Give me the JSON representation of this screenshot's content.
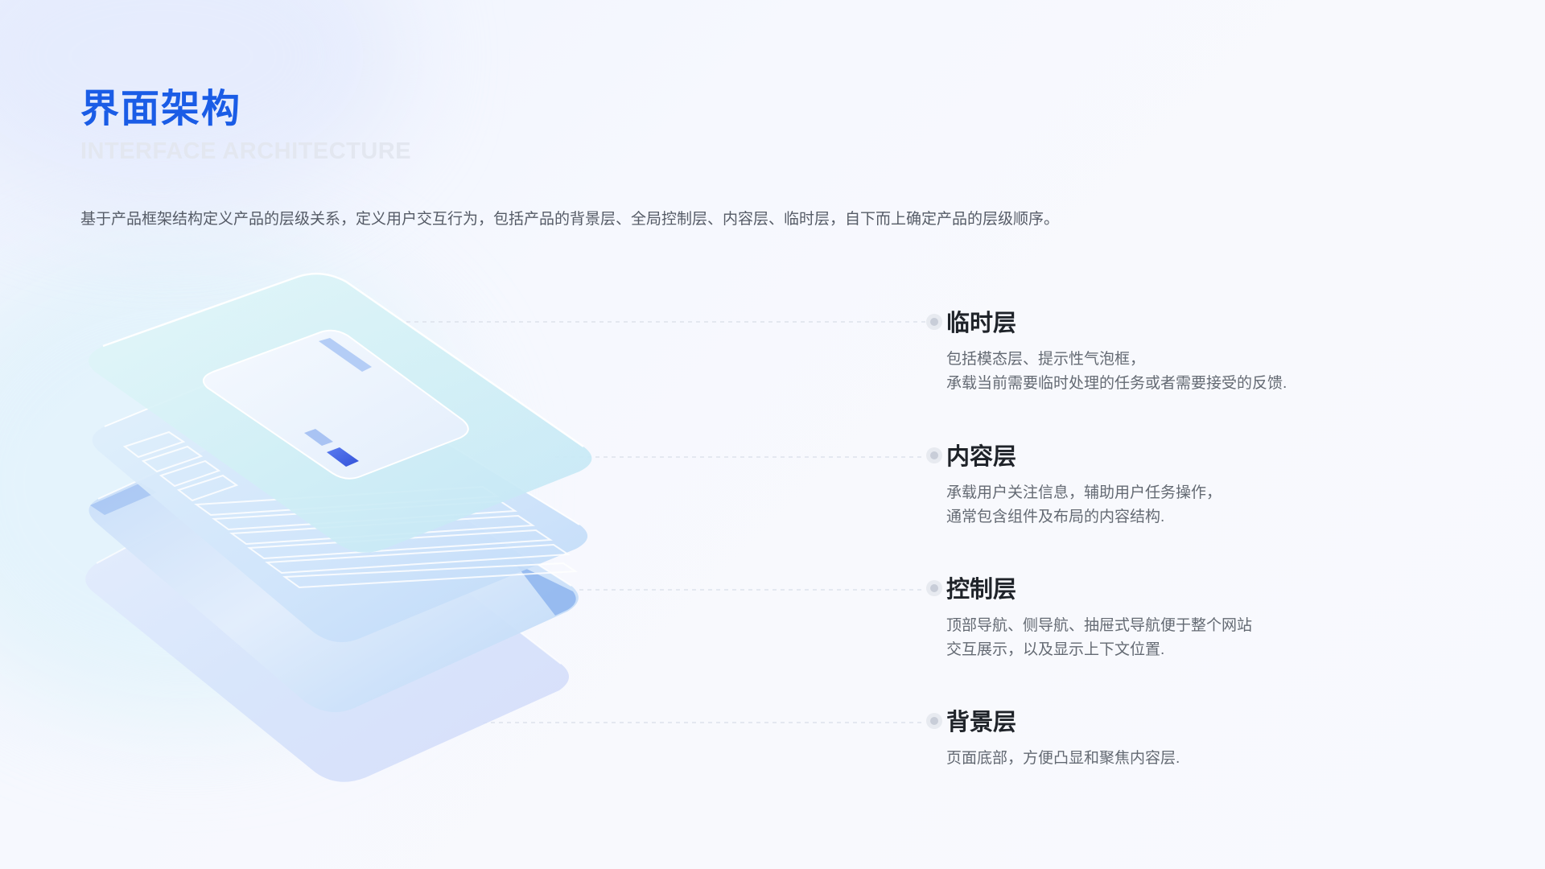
{
  "header": {
    "title": "界面架构",
    "subtitle": "INTERFACE ARCHITECTURE",
    "description": "基于产品框架结构定义产品的层级关系，定义用户交互行为，包括产品的背景层、全局控制层、内容层、临时层，自下而上确定产品的层级顺序。"
  },
  "layers": [
    {
      "name": "临时层",
      "lines": [
        "包括模态层、提示性气泡框，",
        "承载当前需要临时处理的任务或者需要接受的反馈."
      ]
    },
    {
      "name": "内容层",
      "lines": [
        "承载用户关注信息，辅助用户任务操作，",
        "通常包含组件及布局的内容结构."
      ]
    },
    {
      "name": "控制层",
      "lines": [
        "顶部导航、侧导航、抽屉式导航便于整个网站",
        "交互展示，以及显示上下文位置."
      ]
    },
    {
      "name": "背景层",
      "lines": [
        "页面底部，方便凸显和聚焦内容层."
      ]
    }
  ],
  "colors": {
    "title": "#1a5ce6",
    "subtitle": "#e3e7f0",
    "body_text": "#646a73",
    "heading_text": "#1f2329",
    "dot": "#c8cdd8",
    "accent_blue": "#3f63e6"
  },
  "icons": {
    "layer_marker": "dot-marker-icon"
  }
}
